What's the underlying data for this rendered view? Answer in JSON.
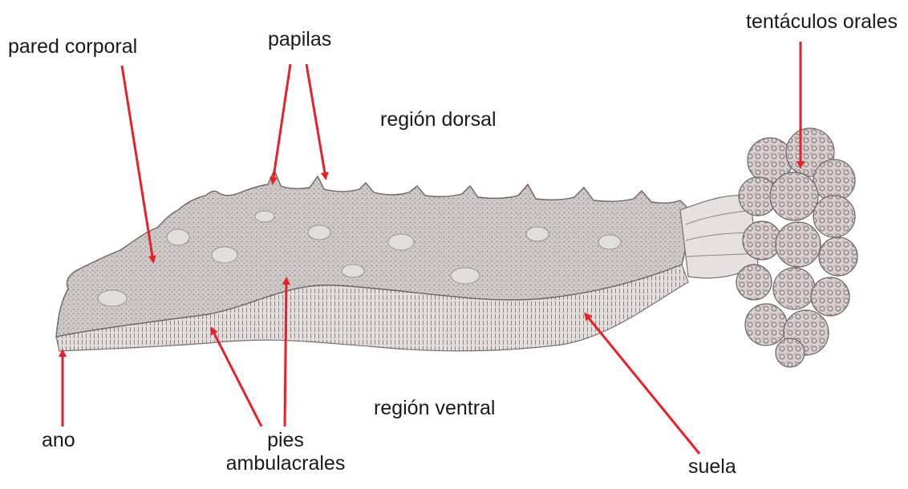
{
  "labels": {
    "pared_corporal": "pared corporal",
    "papilas": "papilas",
    "tentaculos_orales": "tentáculos orales",
    "region_dorsal": "región dorsal",
    "region_ventral": "región ventral",
    "ano": "ano",
    "pies_line1": "pies",
    "pies_line2": "ambulacrales",
    "suela": "suela"
  },
  "colors": {
    "arrow": "#e8202a",
    "body_fill": "#cbc6c4",
    "body_stroke": "#7a6f70",
    "sole_fill": "#ddd7d5",
    "tentacle_fill": "#d6cfcd",
    "text": "#1a1a1a"
  }
}
